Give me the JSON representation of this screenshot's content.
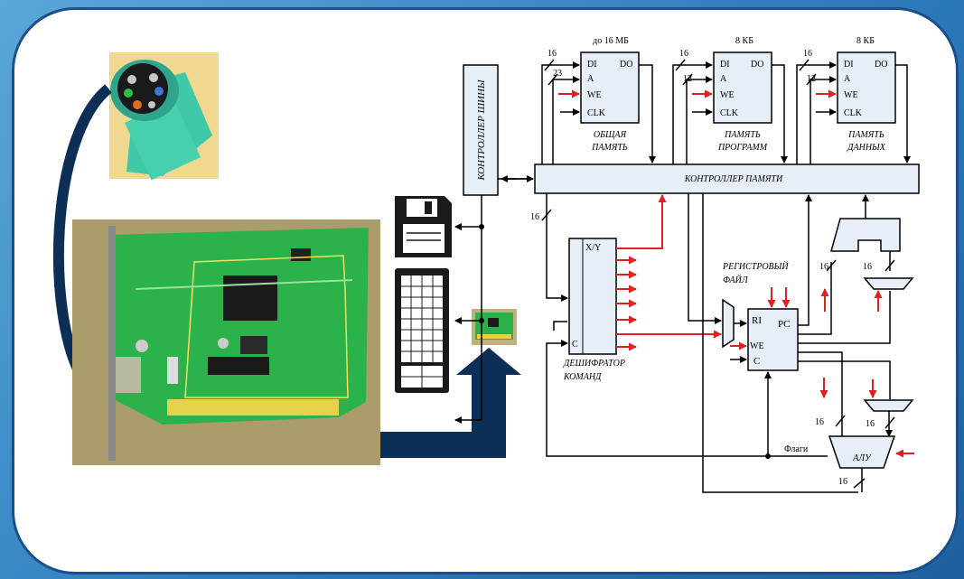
{
  "memory_blocks": [
    {
      "id": "shared",
      "capacity": "до 16 МБ",
      "name_line1": "ОБЩАЯ",
      "name_line2": "ПАМЯТЬ",
      "bus_width": "16",
      "addr_width": "23"
    },
    {
      "id": "program",
      "capacity": "8 КБ",
      "name_line1": "ПАМЯТЬ",
      "name_line2": "ПРОГРАММ",
      "bus_width": "16",
      "addr_width": "12"
    },
    {
      "id": "data",
      "capacity": "8 КБ",
      "name_line1": "ПАМЯТЬ",
      "name_line2": "ДАННЫХ",
      "bus_width": "16",
      "addr_width": "12"
    }
  ],
  "mem_ports": {
    "di": "DI",
    "do": "DO",
    "a": "A",
    "we": "WE",
    "clk": "CLK"
  },
  "bus_controller": "КОНТРОЛЛЕР ШИНЫ",
  "memory_controller": "КОНТРОЛЛЕР ПАМЯТИ",
  "decoder": {
    "xy": "X/Y",
    "c": "C",
    "label_line1": "ДЕШИФРАТОР",
    "label_line2": "КОМАНД"
  },
  "register_file": {
    "label_line1": "РЕГИСТРОВЫЙ",
    "label_line2": "ФАЙЛ",
    "ri": "RI",
    "pc": "PC",
    "we": "WE",
    "c": "C"
  },
  "alu": {
    "label": "АЛУ",
    "flags": "Флаги"
  },
  "bus_widths": {
    "decoder_bus": "16",
    "mux_left": "16",
    "mux_right": "16",
    "alu_left": "16",
    "alu_right": "16",
    "alu_out": "16"
  },
  "colors": {
    "frame": "#1b4f8a",
    "controller_fill": "#e6eef7",
    "arrow_red": "#e02020",
    "big_arrow": "#0b2f57",
    "board": "#2bb24a"
  }
}
